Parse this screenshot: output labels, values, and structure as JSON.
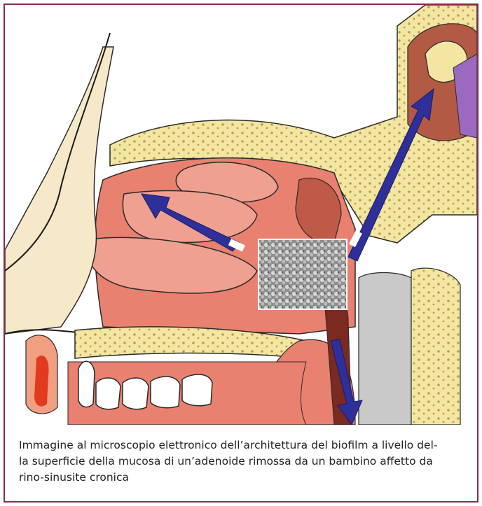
{
  "figure": {
    "colors": {
      "frame": "#8a2a4e",
      "bone": "#f3e6a3",
      "bone_dots": "#c9b560",
      "mucosa": "#e8816f",
      "mucosa_dark": "#c05a48",
      "turbinate": "#f0a090",
      "arrow": "#2f2f9a",
      "nasopharynx": "#c0c0c0",
      "tooth": "#ffffff",
      "lip_red": "#e23a1e"
    },
    "icons": {
      "inset": "electron-microscope-biofilm-image",
      "arrows": "blue-flow-arrow"
    }
  },
  "caption": {
    "line1": "Immagine al microscopio elettronico dell’architettura del biofilm a livello del-",
    "line2": "la superficie della mucosa di un’adenoide rimossa da un bambino affetto da",
    "line3": "rino-sinusite cronica"
  }
}
